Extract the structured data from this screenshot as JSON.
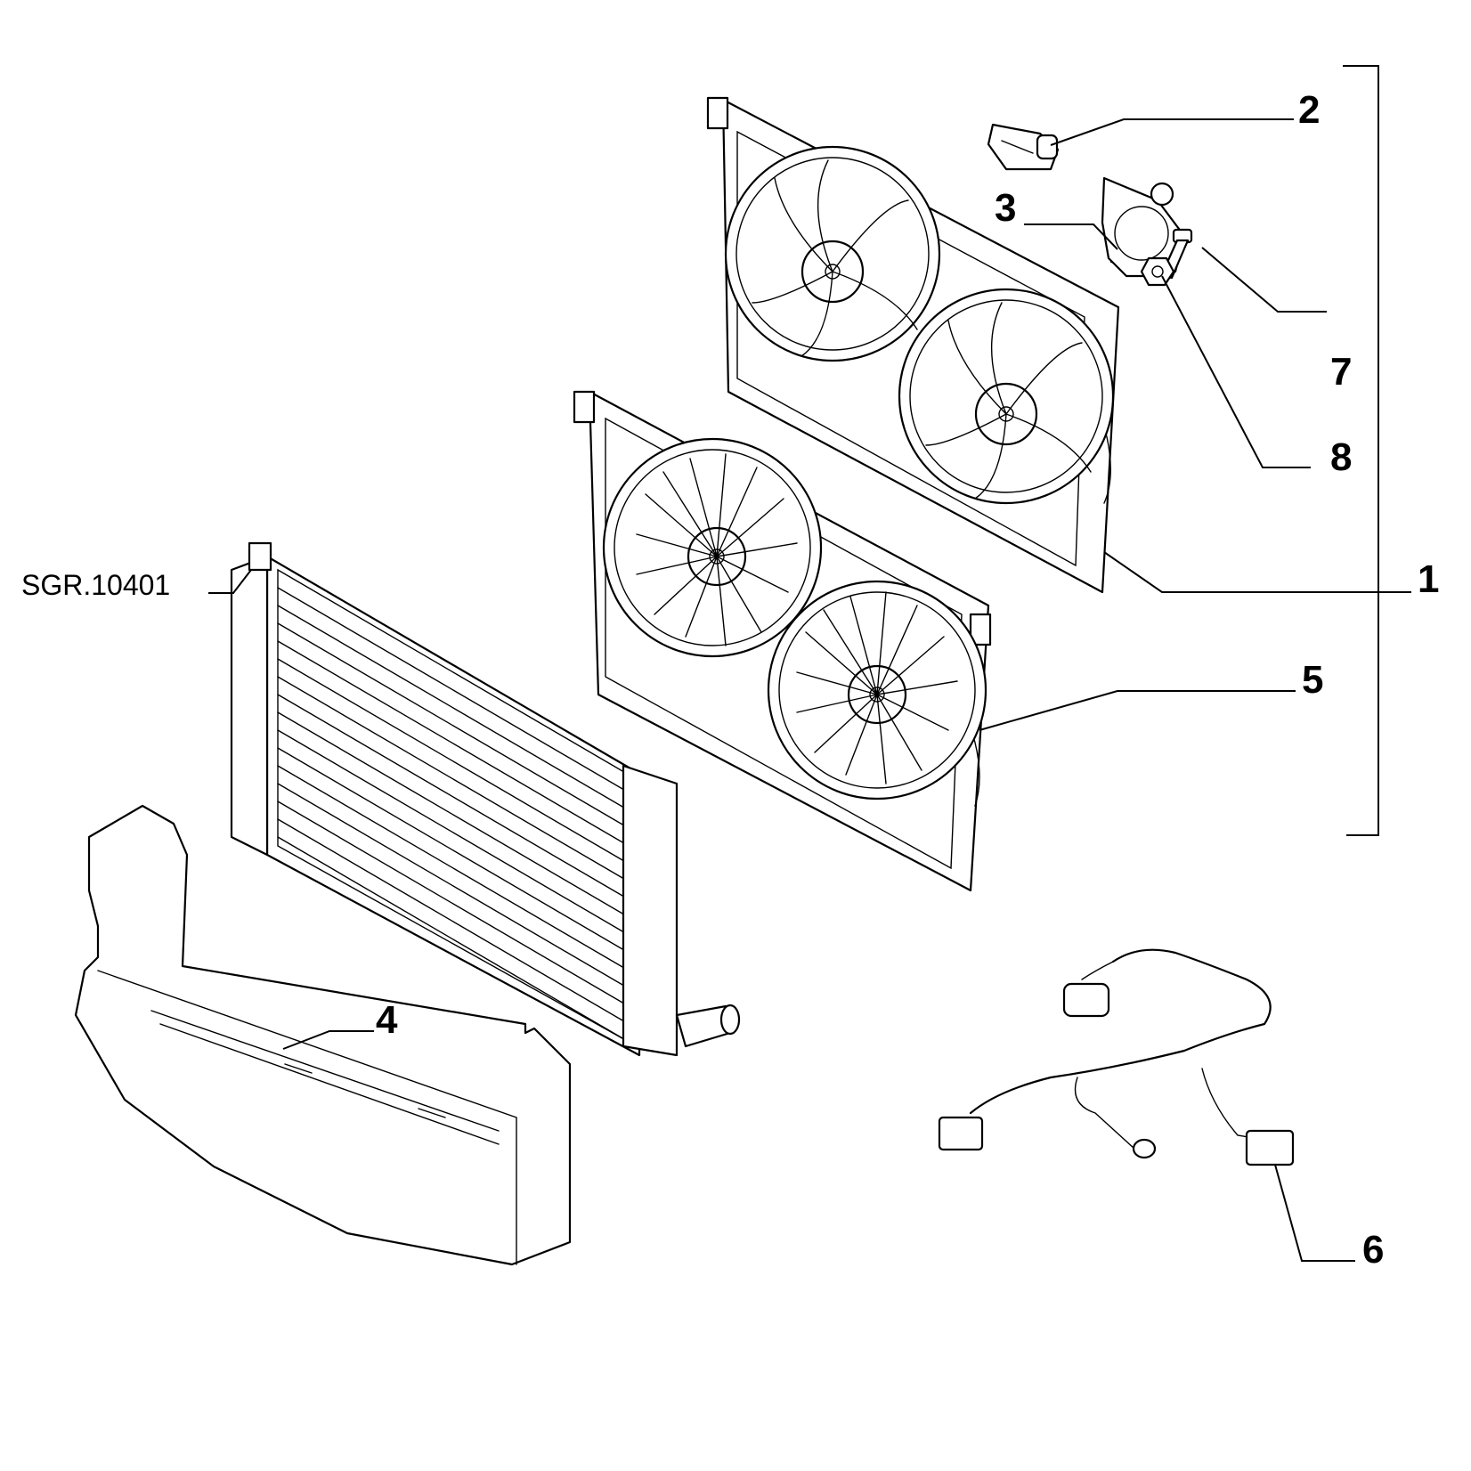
{
  "callouts": {
    "c1": "1",
    "c2": "2",
    "c3": "3",
    "c4": "4",
    "c5": "5",
    "c6": "6",
    "c7": "7",
    "c8": "8"
  },
  "reference_label": "SGR.10401"
}
